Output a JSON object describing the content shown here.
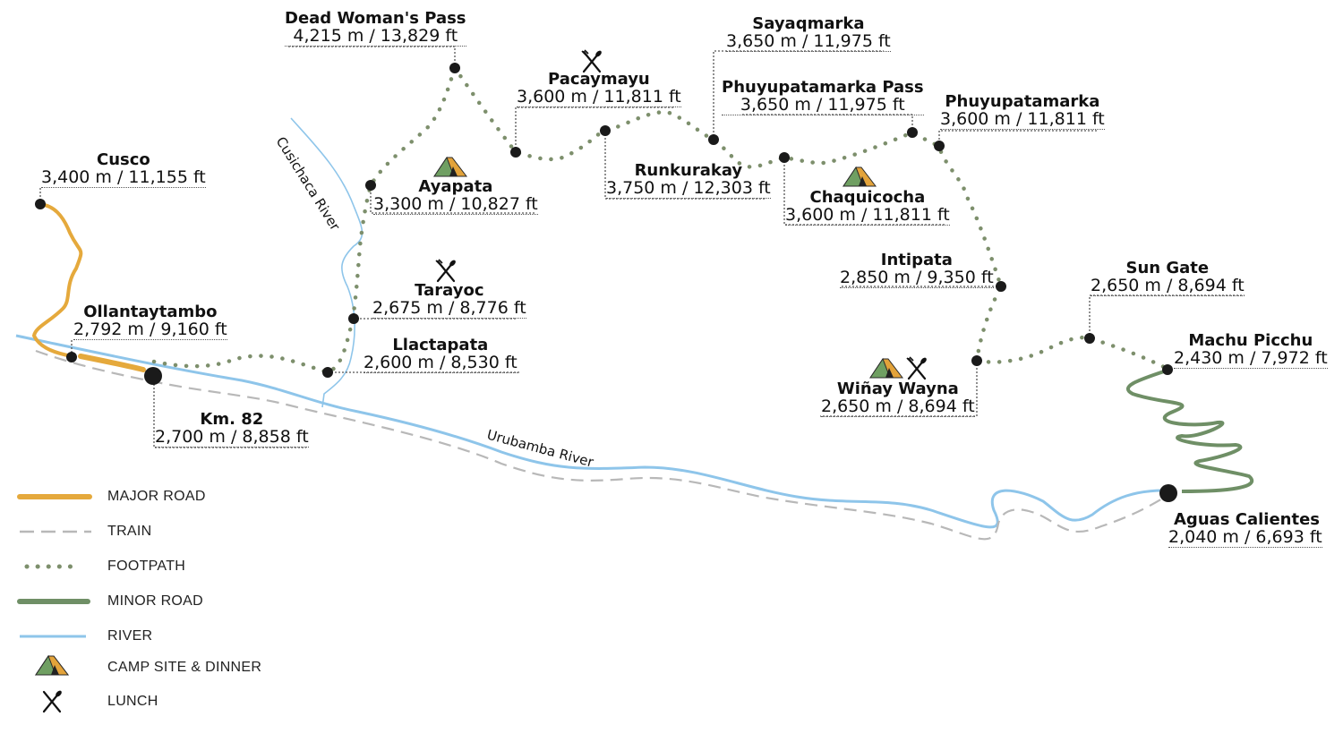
{
  "colors": {
    "major_road": "#e5a93c",
    "train": "#b8b8b8",
    "footpath": "#7d8f6c",
    "minor_road": "#6f8f66",
    "river": "#8ec5ea",
    "marker": "#1a1a1a"
  },
  "places": {
    "cusco": {
      "name": "Cusco",
      "elevation": "3,400 m / 11,155 ft"
    },
    "ollantaytambo": {
      "name": "Ollantaytambo",
      "elevation": "2,792 m / 9,160 ft"
    },
    "km82": {
      "name": "Km. 82",
      "elevation": "2,700 m / 8,858 ft"
    },
    "llactapata": {
      "name": "Llactapata",
      "elevation": "2,600 m / 8,530 ft"
    },
    "tarayoc": {
      "name": "Tarayoc",
      "elevation": "2,675 m / 8,776 ft"
    },
    "ayapata": {
      "name": "Ayapata",
      "elevation": "3,300 m / 10,827 ft"
    },
    "dead_womans_pass": {
      "name": "Dead Woman's Pass",
      "elevation": "4,215 m / 13,829 ft"
    },
    "pacaymayu": {
      "name": "Pacaymayu",
      "elevation": "3,600 m / 11,811 ft"
    },
    "runkurakay": {
      "name": "Runkurakay",
      "elevation": "3,750 m / 12,303 ft"
    },
    "sayaqmarka": {
      "name": "Sayaqmarka",
      "elevation": "3,650 m / 11,975 ft"
    },
    "chaquicocha": {
      "name": "Chaquicocha",
      "elevation": "3,600 m / 11,811 ft"
    },
    "phuyupatamarka_pass": {
      "name": "Phuyupatamarka Pass",
      "elevation": "3,650 m / 11,975 ft"
    },
    "phuyupatamarka": {
      "name": "Phuyupatamarka",
      "elevation": "3,600 m / 11,811 ft"
    },
    "intipata": {
      "name": "Intipata",
      "elevation": "2,850 m / 9,350 ft"
    },
    "winay_wayna": {
      "name": "Wiñay Wayna",
      "elevation": "2,650 m / 8,694 ft"
    },
    "sun_gate": {
      "name": "Sun Gate",
      "elevation": "2,650 m / 8,694 ft"
    },
    "machu_picchu": {
      "name": "Machu Picchu",
      "elevation": "2,430 m / 7,972 ft"
    },
    "aguas_calientes": {
      "name": "Aguas Calientes",
      "elevation": "2,040 m / 6,693 ft"
    }
  },
  "rivers": {
    "cusichaca": "Cusichaca River",
    "urubamba": "Urubamba River"
  },
  "legend": [
    {
      "key": "major_road",
      "label": "MAJOR ROAD"
    },
    {
      "key": "train",
      "label": "TRAIN"
    },
    {
      "key": "footpath",
      "label": "FOOTPATH"
    },
    {
      "key": "minor_road",
      "label": "MINOR ROAD"
    },
    {
      "key": "river",
      "label": "RIVER"
    },
    {
      "key": "camp",
      "label": "CAMP SITE & DINNER",
      "icon": "tent-icon"
    },
    {
      "key": "lunch",
      "label": "LUNCH",
      "icon": "fork-knife-icon"
    }
  ]
}
